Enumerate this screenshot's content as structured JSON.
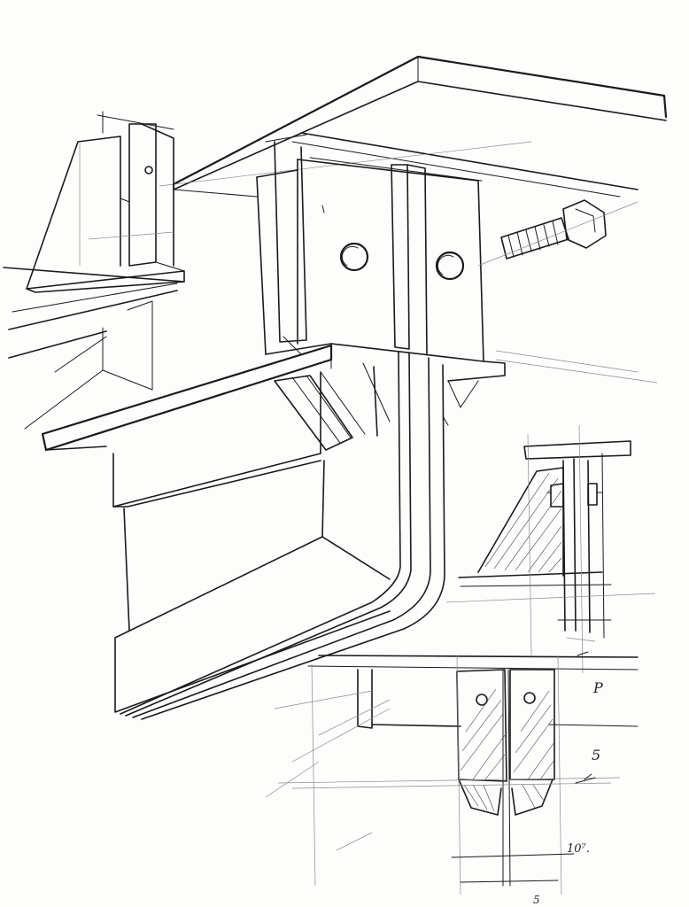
{
  "dimensions": {
    "label_p": "P",
    "label_5": "5",
    "label_107": "10⁷.",
    "label_5_bottom": "5"
  }
}
